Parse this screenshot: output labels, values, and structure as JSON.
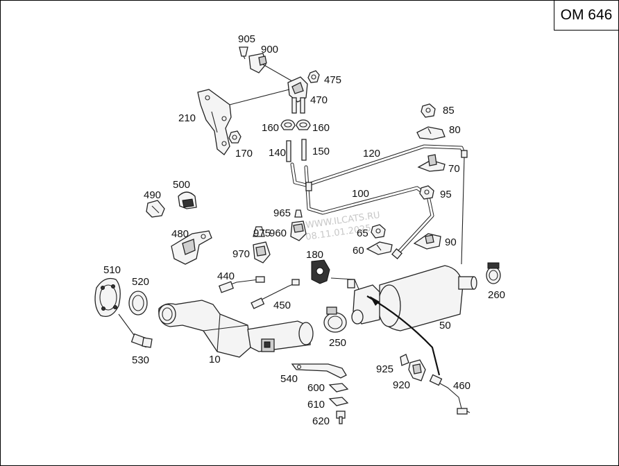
{
  "engine_code": "OM 646",
  "watermark": {
    "line1": "WWW.ILCATS.RU",
    "line2": "08.11.01.2025"
  },
  "labels": {
    "p905": "905",
    "p900": "900",
    "p475": "475",
    "p470": "470",
    "p210": "210",
    "p160a": "160",
    "p160b": "160",
    "p170": "170",
    "p140": "140",
    "p150": "150",
    "p85": "85",
    "p80": "80",
    "p120": "120",
    "p70": "70",
    "p500": "500",
    "p490": "490",
    "p100": "100",
    "p95": "95",
    "p965": "965",
    "p975": "975",
    "p960": "960",
    "p65": "65",
    "p480": "480",
    "p970": "970",
    "p180": "180",
    "p60": "60",
    "p90": "90",
    "p510": "510",
    "p520": "520",
    "p440": "440",
    "p450": "450",
    "p260": "260",
    "p250": "250",
    "p50": "50",
    "p530": "530",
    "p10": "10",
    "p925": "925",
    "p920": "920",
    "p460": "460",
    "p540": "540",
    "p600": "600",
    "p610": "610",
    "p620": "620"
  }
}
